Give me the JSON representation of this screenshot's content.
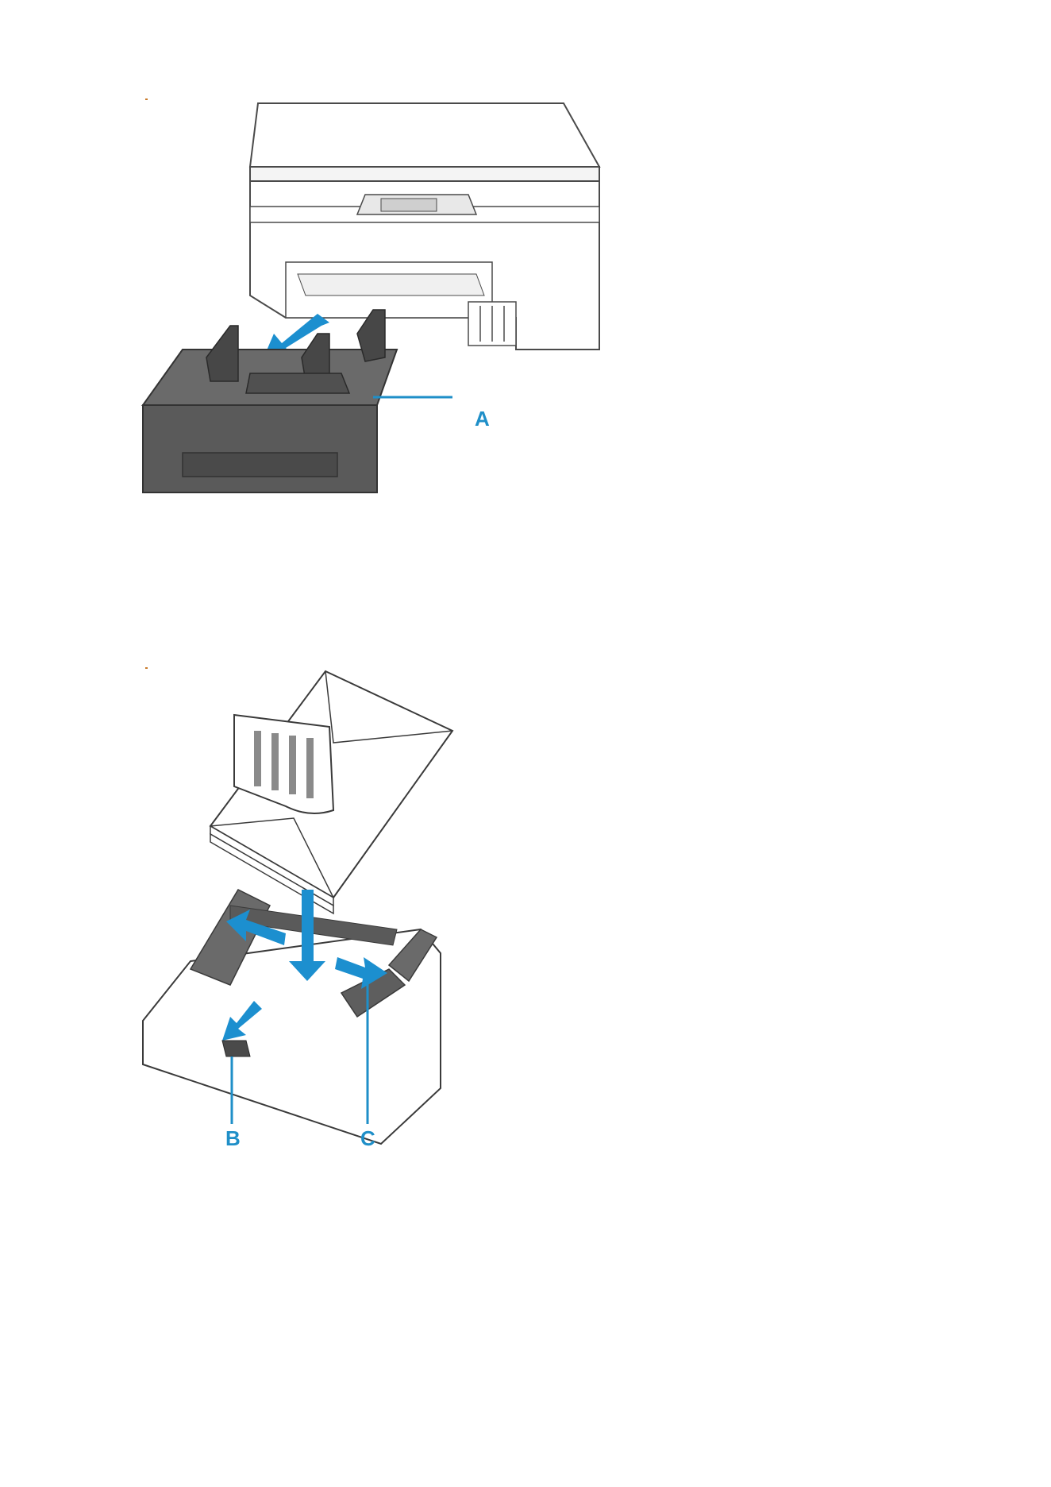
{
  "figures": [
    {
      "callouts": [
        "A"
      ]
    },
    {
      "callouts": [
        "B",
        "C"
      ]
    }
  ],
  "colors": {
    "callout": "#1f8fc8",
    "arrow": "#1c8fcf",
    "tray_dark": "#5a5a5a",
    "line": "#4a4a4a"
  }
}
